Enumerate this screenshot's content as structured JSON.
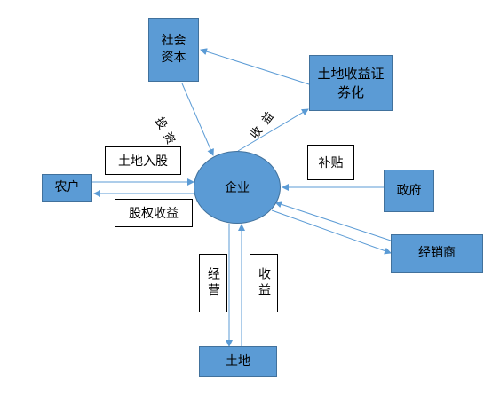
{
  "nodes": {
    "social_capital": "社会\n资本",
    "land_securitization": "土地收益证\n券化",
    "enterprise": "企业",
    "farmer": "农户",
    "government": "政府",
    "distributor": "经销商",
    "land": "土地"
  },
  "edge_labels": {
    "invest": "投资",
    "revenue": "收益",
    "land_share": "土地入股",
    "equity_revenue": "股权收益",
    "subsidy": "补贴",
    "operate": "经营",
    "land_revenue": "收益"
  },
  "colors": {
    "node_fill": "#5b9bd5",
    "node_border": "#41719c",
    "arrow": "#5b9bd5"
  }
}
